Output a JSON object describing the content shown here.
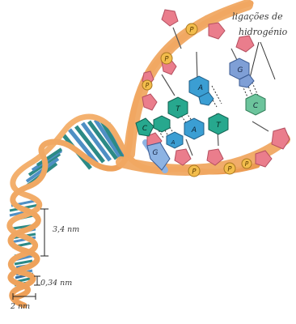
{
  "labels": {
    "hydrogen_bonds_line1": "ligações de",
    "hydrogen_bonds_line2": "hidrogénio",
    "pitch": "3,4 nm",
    "base_spacing": "0,34 nm",
    "diameter": "2 nm"
  },
  "bases": {
    "G": "G",
    "A": "A",
    "T": "T",
    "C": "C",
    "P": "P"
  },
  "colors": {
    "backbone": "#f2a35f",
    "backbone_dark": "#e07a2a",
    "phosphate": "#f3bd4c",
    "sugar": "#ea7d8c",
    "guanine": "#7f9fd6",
    "adenine": "#3b9ed3",
    "thymine": "#27a88e",
    "cytosine": "#6cc49c"
  }
}
